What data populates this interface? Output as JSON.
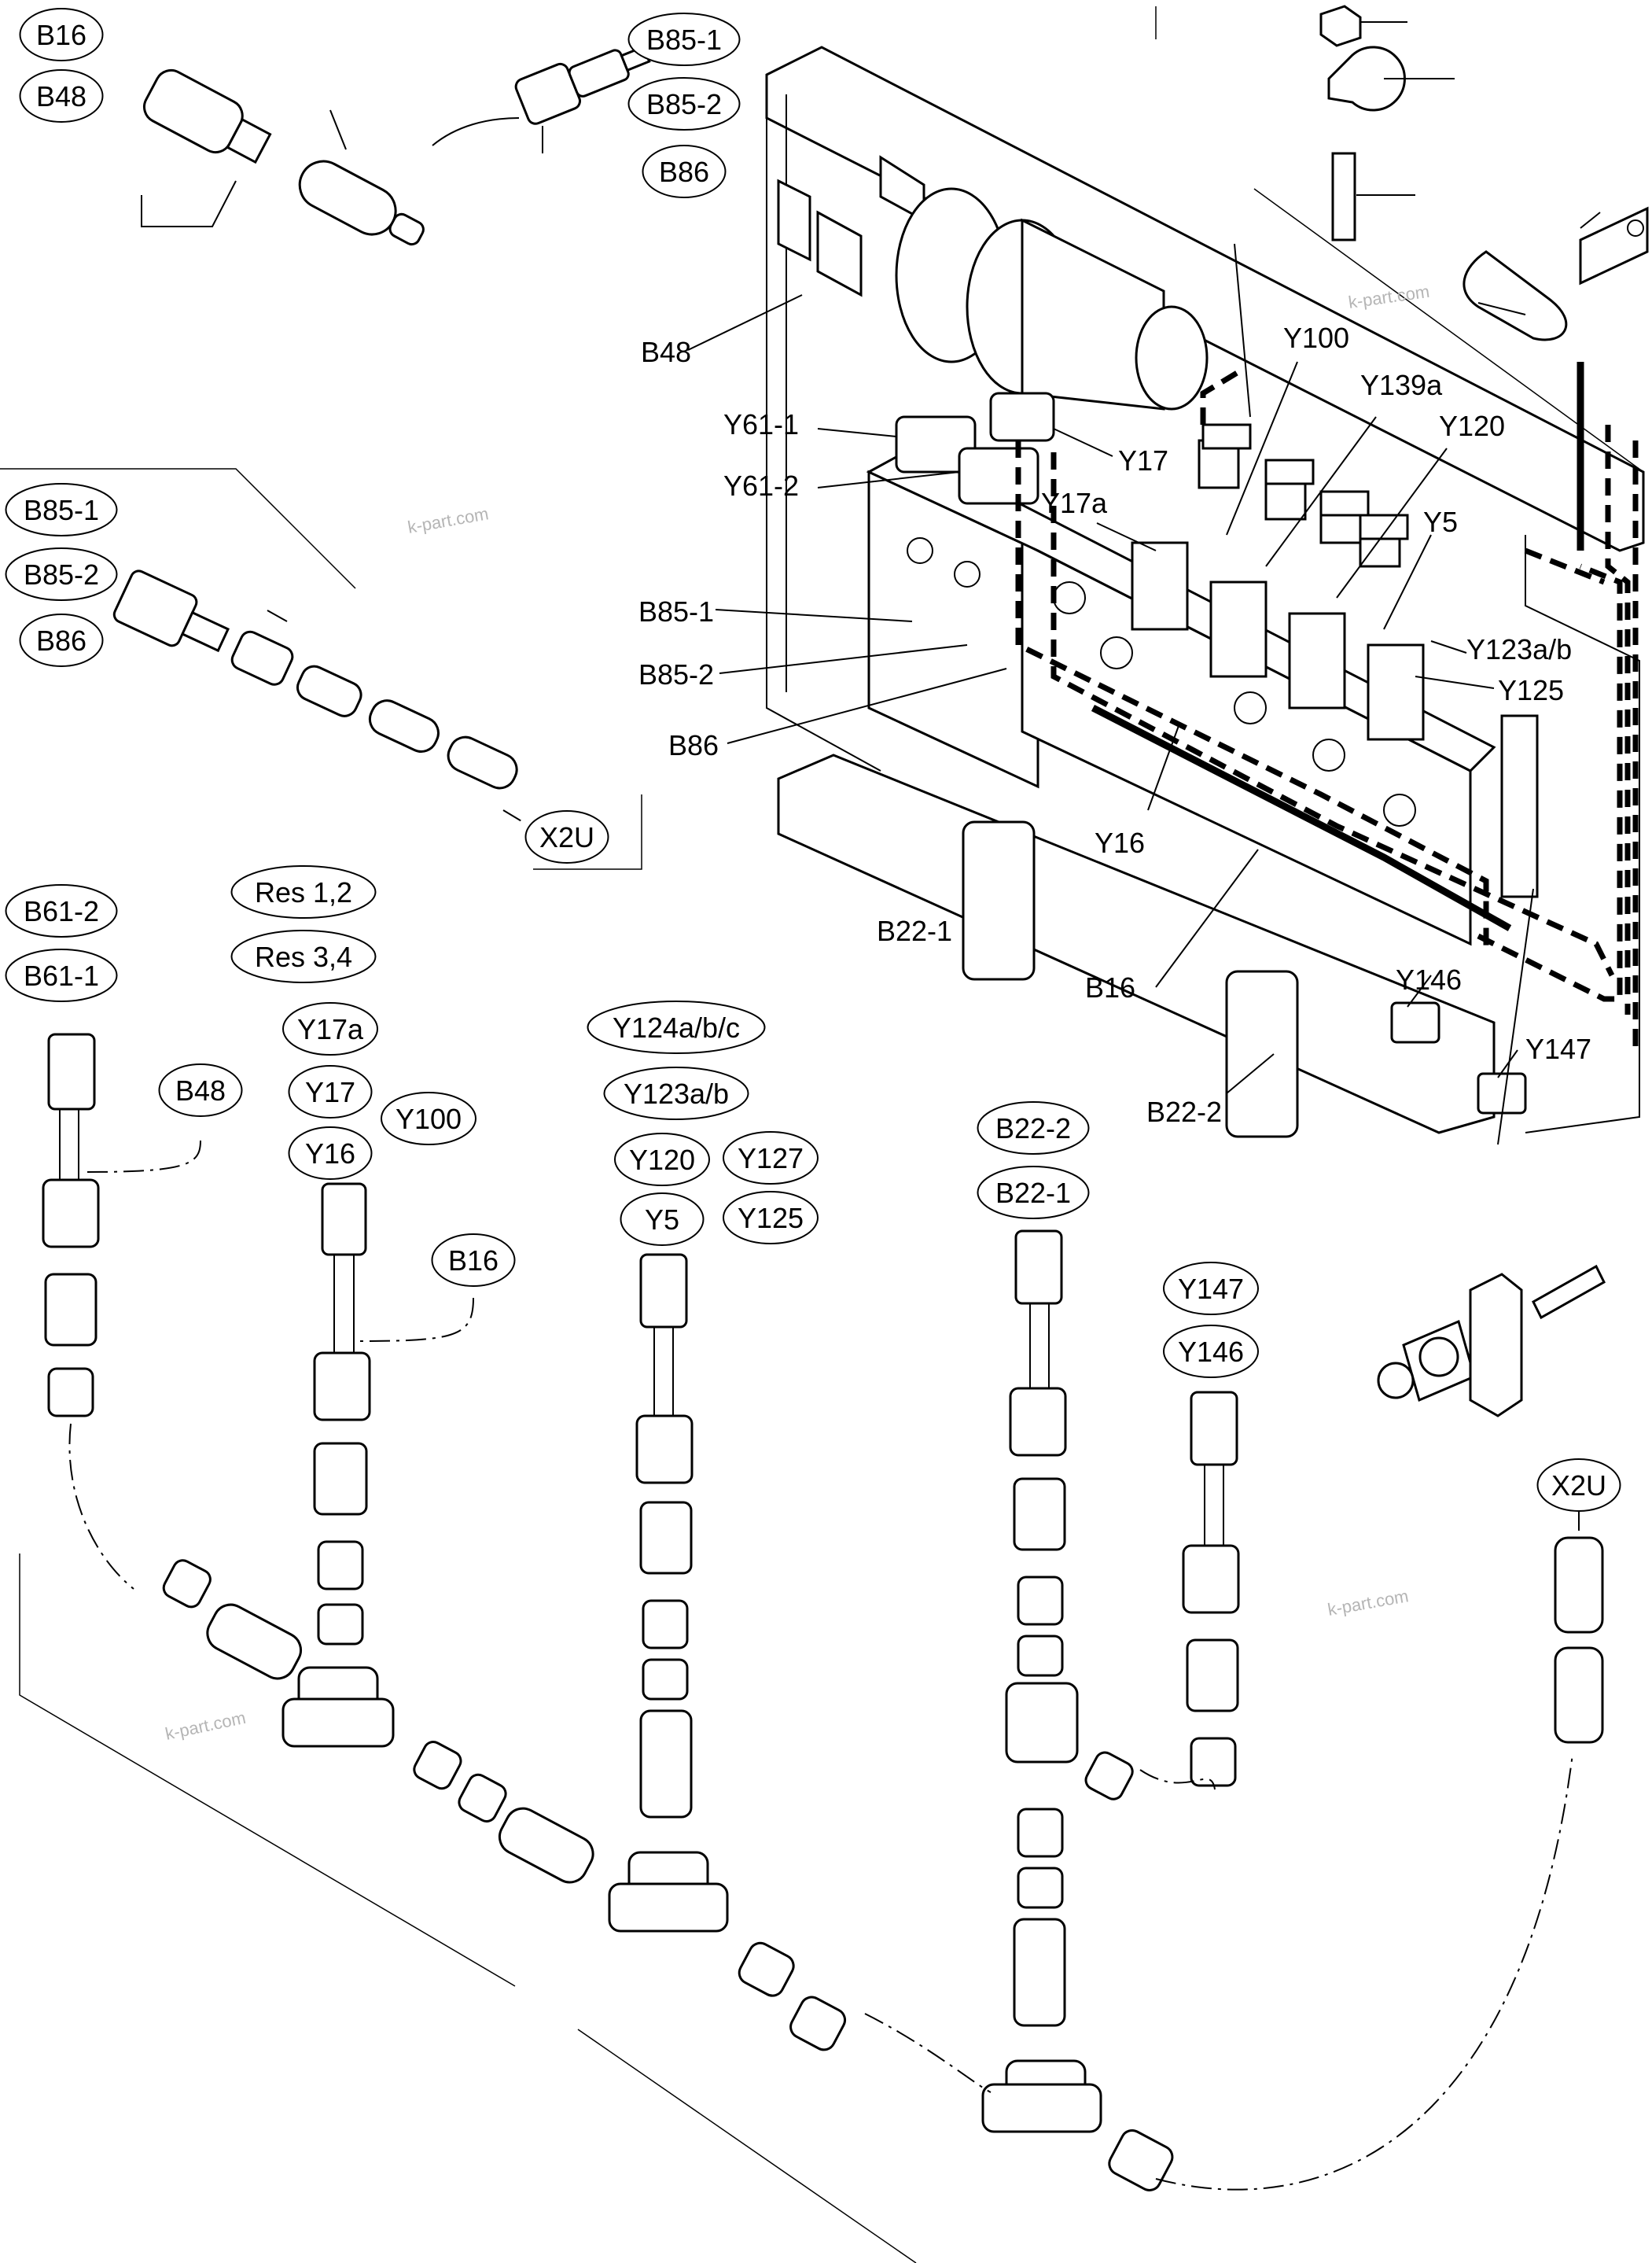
{
  "callouts": [
    {
      "id": "b16-top",
      "text": "B16"
    },
    {
      "id": "b48-top",
      "text": "B48"
    },
    {
      "id": "b85-1-top",
      "text": "B85-1"
    },
    {
      "id": "b85-2-top",
      "text": "B85-2"
    },
    {
      "id": "b86-top",
      "text": "B86"
    },
    {
      "id": "b85-1-left",
      "text": "B85-1"
    },
    {
      "id": "b85-2-left",
      "text": "B85-2"
    },
    {
      "id": "b86-left",
      "text": "B86"
    },
    {
      "id": "x2u-left",
      "text": "X2U"
    },
    {
      "id": "b61-2",
      "text": "B61-2"
    },
    {
      "id": "b61-1",
      "text": "B61-1"
    },
    {
      "id": "res12",
      "text": "Res 1,2"
    },
    {
      "id": "res34",
      "text": "Res 3,4"
    },
    {
      "id": "y17a-o",
      "text": "Y17a"
    },
    {
      "id": "y17-o",
      "text": "Y17"
    },
    {
      "id": "y100-o",
      "text": "Y100"
    },
    {
      "id": "y16-o",
      "text": "Y16"
    },
    {
      "id": "b48-o",
      "text": "B48"
    },
    {
      "id": "b16-o",
      "text": "B16"
    },
    {
      "id": "y124",
      "text": "Y124a/b/c"
    },
    {
      "id": "y123-o",
      "text": "Y123a/b"
    },
    {
      "id": "y120-o",
      "text": "Y120"
    },
    {
      "id": "y127",
      "text": "Y127"
    },
    {
      "id": "y5-o",
      "text": "Y5"
    },
    {
      "id": "y125-o",
      "text": "Y125"
    },
    {
      "id": "b22-2-o",
      "text": "B22-2"
    },
    {
      "id": "b22-1-o",
      "text": "B22-1"
    },
    {
      "id": "y147-o",
      "text": "Y147"
    },
    {
      "id": "y146-o",
      "text": "Y146"
    },
    {
      "id": "x2u-right",
      "text": "X2U"
    }
  ],
  "labels": [
    {
      "id": "b48-plain",
      "text": "B48"
    },
    {
      "id": "y61-1",
      "text": "Y61-1"
    },
    {
      "id": "y61-2",
      "text": "Y61-2"
    },
    {
      "id": "y17",
      "text": "Y17"
    },
    {
      "id": "y17a",
      "text": "Y17a"
    },
    {
      "id": "y100",
      "text": "Y100"
    },
    {
      "id": "y139a",
      "text": "Y139a"
    },
    {
      "id": "y120",
      "text": "Y120"
    },
    {
      "id": "y5",
      "text": "Y5"
    },
    {
      "id": "b85-1",
      "text": "B85-1"
    },
    {
      "id": "b85-2",
      "text": "B85-2"
    },
    {
      "id": "b86",
      "text": "B86"
    },
    {
      "id": "y123ab",
      "text": "Y123a/b"
    },
    {
      "id": "y125",
      "text": "Y125"
    },
    {
      "id": "y16",
      "text": "Y16"
    },
    {
      "id": "b22-1",
      "text": "B22-1"
    },
    {
      "id": "b16",
      "text": "B16"
    },
    {
      "id": "y146",
      "text": "Y146"
    },
    {
      "id": "y147",
      "text": "Y147"
    },
    {
      "id": "b22-2",
      "text": "B22-2"
    }
  ],
  "watermarks": [
    {
      "id": "wm1",
      "text": "k-part.com"
    },
    {
      "id": "wm2",
      "text": "k-part.com"
    },
    {
      "id": "wm3",
      "text": "k-part.com"
    },
    {
      "id": "wm4",
      "text": "k-part.com"
    }
  ]
}
